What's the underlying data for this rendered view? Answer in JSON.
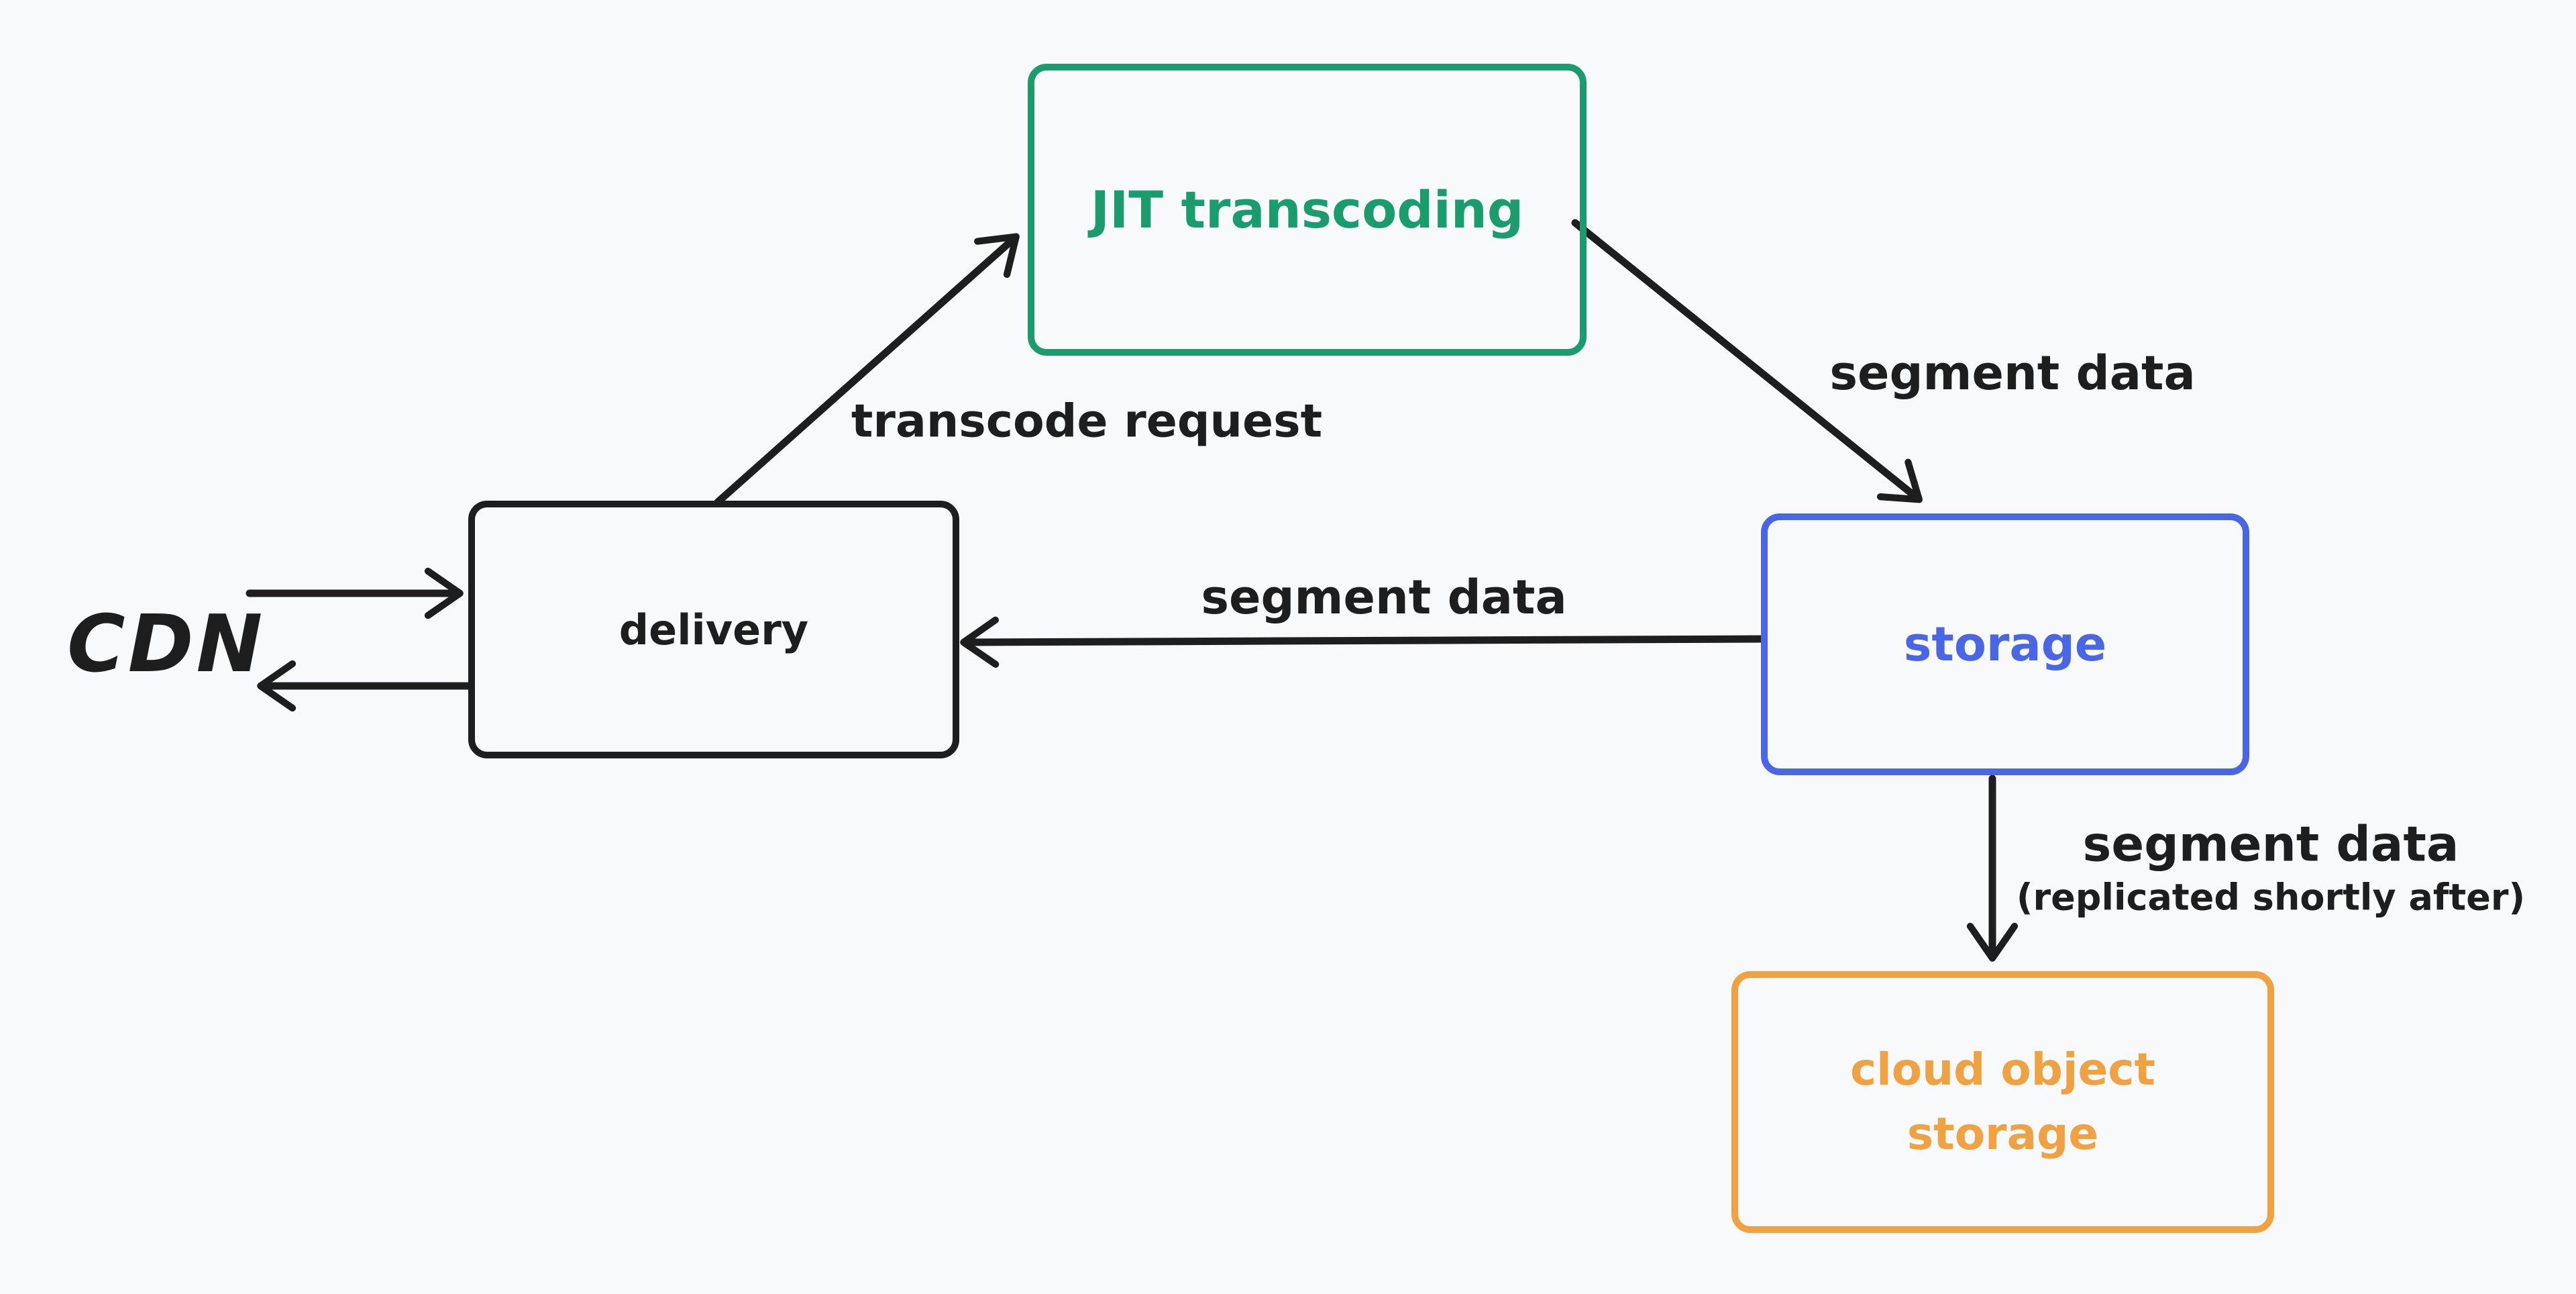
{
  "canvas": {
    "background_color": "#f8f9fa",
    "style": "hand-drawn whiteboard diagram"
  },
  "colors": {
    "black": "#1e1e1e",
    "green": "#1b9c6e",
    "blue": "#4966e7",
    "orange": "#f0a242"
  },
  "nodes": {
    "cdn": {
      "label": "CDN",
      "color": "#1e1e1e",
      "shape": "text-only"
    },
    "delivery": {
      "label": "delivery",
      "stroke": "#1e1e1e"
    },
    "jit_transcoding": {
      "label": "JIT transcoding",
      "stroke": "#1b9c6e"
    },
    "storage": {
      "label": "storage",
      "stroke": "#4966e7"
    },
    "cloud_object_storage": {
      "label": "cloud object storage",
      "stroke": "#f0a242"
    }
  },
  "edge_labels": {
    "transcode_request": "transcode request",
    "segment_data_top": "segment data",
    "segment_data_mid": "segment data",
    "segment_data_bottom": "segment data",
    "replication_note": "(replicated shortly after)"
  },
  "edges": [
    {
      "from": "cdn",
      "to": "delivery",
      "label": ""
    },
    {
      "from": "delivery",
      "to": "cdn",
      "label": ""
    },
    {
      "from": "delivery",
      "to": "jit_transcoding",
      "label": "transcode request"
    },
    {
      "from": "jit_transcoding",
      "to": "storage",
      "label": "segment data"
    },
    {
      "from": "storage",
      "to": "delivery",
      "label": "segment data"
    },
    {
      "from": "storage",
      "to": "cloud_object_storage",
      "label": "segment data (replicated shortly after)"
    }
  ]
}
